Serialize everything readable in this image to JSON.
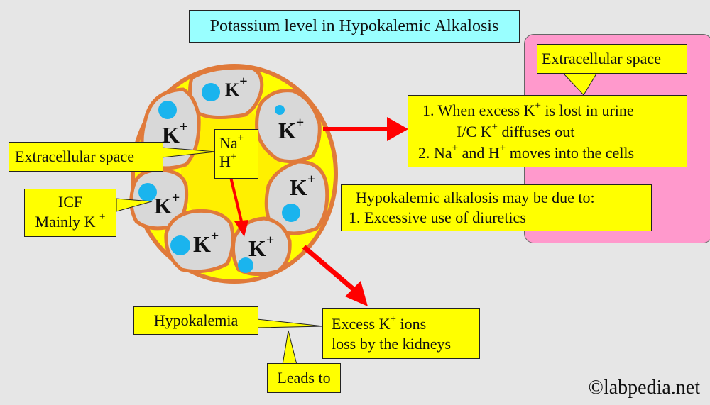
{
  "title": "Potassium level in Hypokalemic Alkalosis",
  "cell": {
    "k_symbol": "K",
    "plus": "+",
    "na": "Na",
    "h": "H"
  },
  "labels": {
    "extracellular_left": "Extracellular space",
    "extracellular_right": "Extracellular space",
    "icf_line1": "ICF",
    "icf_line2": "Mainly K",
    "hypokalemia": "Hypokalemia",
    "leads_to": "Leads to"
  },
  "info_box": {
    "line1_a": "1. When excess K",
    "line1_b": " is lost in urine",
    "line2_a": "I/C K",
    "line2_b": " diffuses out",
    "line3_a": "2. Na",
    "line3_b": " and H",
    "line3_c": " moves into  the cells"
  },
  "cause_box": {
    "line1": "Hypokalemic alkalosis may be due to:",
    "line2": "1. Excessive use of diuretics"
  },
  "excess_box": {
    "line1_a": "Excess K",
    "line1_b": " ions",
    "line2": "loss by the kidneys"
  },
  "watermark": "©labpedia.net",
  "colors": {
    "background": "#e6e6e6",
    "yellow": "#ffff00",
    "cyan": "#99ffff",
    "pink": "#ff99cc",
    "cell_border": "#e07a3a",
    "arrow": "#ff0000",
    "dot": "#1ab4ee"
  }
}
